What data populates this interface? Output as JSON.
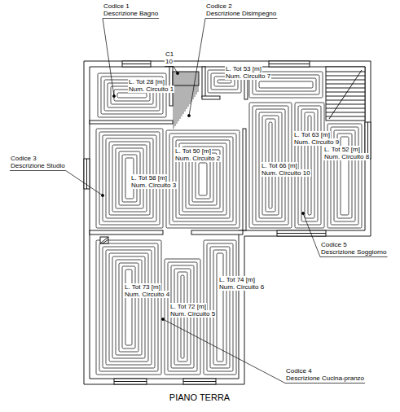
{
  "diagram": {
    "title": "PIANO TERRA",
    "labels": [
      "Codice 1",
      "Descrizione Bagno",
      "Codice 2",
      "Descrizione Disimpegno",
      "C1",
      "10",
      "L. Tot 53 [m]",
      "Num. Circuito 7",
      "L. Tot 28 [m]",
      "Num. Circuito 1",
      "L. Tot 50 [m]",
      "Num. Circuito 2",
      "L. Tot 63 [m]",
      "Num. Circuito 9",
      "L. Tot 52 [m]",
      "Num. Circuito 8",
      "L. Tot 66 [m]",
      "Num. Circuito 10",
      "Codice 3",
      "Descrizione Studio",
      "L. Tot 58 [m]",
      "Num. Circuito 3",
      "Codice 5",
      "Descrizione Soggiorno",
      "L. Tot 73 [m]",
      "Num. Circuito 4",
      "L. Tot 74 [m]",
      "Num. Circuito 6",
      "L. Tot 72 [m]",
      "Num. Circuito 5",
      "Codice 4",
      "Descrizione Cucina-pranzo"
    ]
  }
}
